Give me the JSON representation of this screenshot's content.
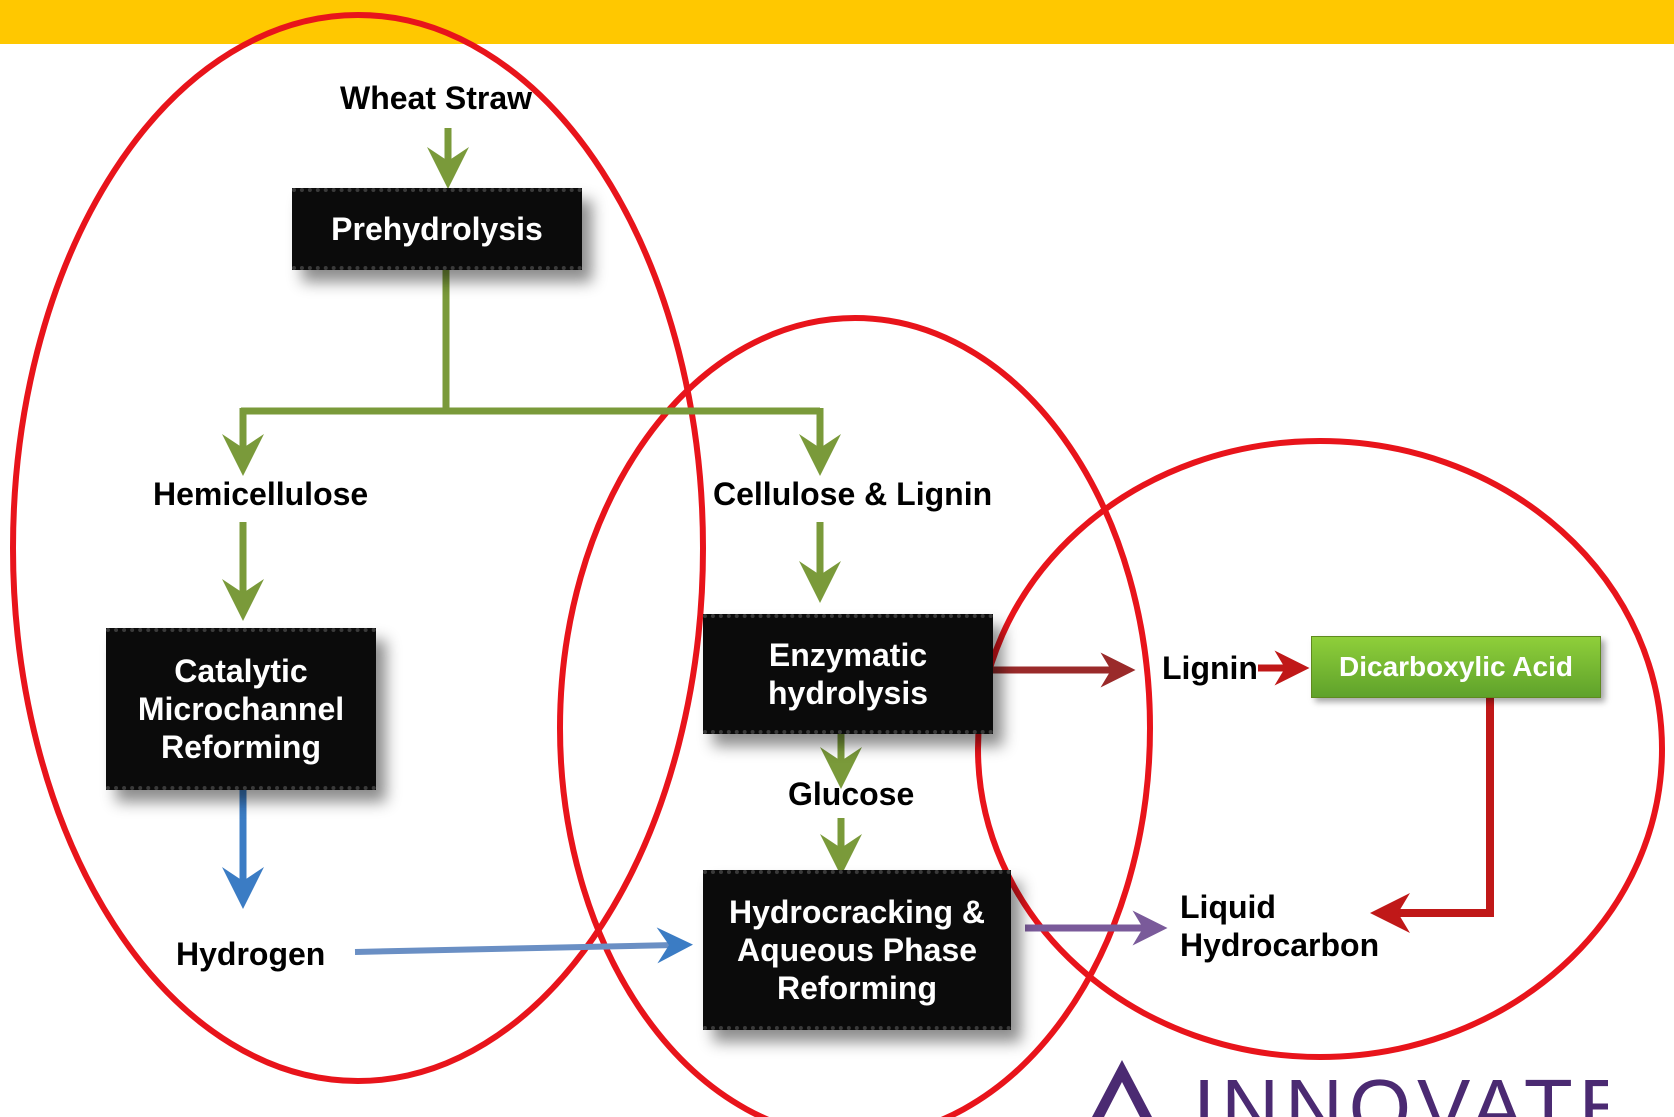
{
  "colors": {
    "top_bar": "#ffc800",
    "ellipse": "#e8141b",
    "green_arrow": "#7a9a3a",
    "blue_arrow": "#3b7cc4",
    "red_arrow": "#c01818",
    "dark_red_arrow": "#9a2a2a",
    "purple_arrow": "#7a5a9a",
    "box_bg": "#0b0b0b",
    "green_box": "#6cb52f",
    "logo": "#4b2a72"
  },
  "nodes": {
    "wheat_straw": "Wheat Straw",
    "prehydrolysis": "Prehydrolysis",
    "hemicellulose": "Hemicellulose",
    "cellulose_lignin": "Cellulose & Lignin",
    "catalytic_line1": "Catalytic",
    "catalytic_line2": "Microchannel",
    "catalytic_line3": "Reforming",
    "enzymatic_line1": "Enzymatic",
    "enzymatic_line2": "hydrolysis",
    "glucose": "Glucose",
    "hydrocracking_line1": "Hydrocracking  &",
    "hydrocracking_line2": "Aqueous Phase",
    "hydrocracking_line3": "Reforming",
    "hydrogen": "Hydrogen",
    "lignin": "Lignin",
    "dicarboxylic_acid": "Dicarboxylic Acid",
    "liquid_line1": "Liquid",
    "liquid_line2": "Hydrocarbon"
  },
  "logo": {
    "text": "INNOVATEK",
    "icon": "triangle-a-logo-icon"
  }
}
